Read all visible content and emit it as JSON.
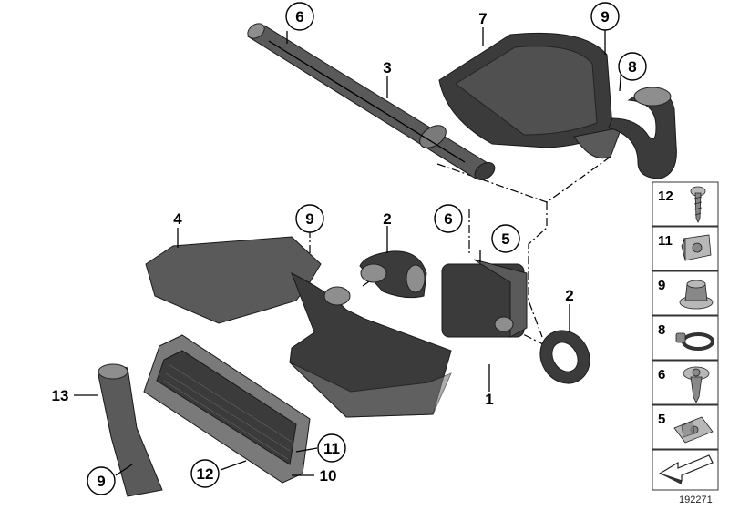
{
  "diagram": {
    "callouts": {
      "c6_top": "6",
      "c7": "7",
      "c9_top": "9",
      "c8": "8",
      "c3": "3",
      "c4": "4",
      "c9_mid": "9",
      "c2_left": "2",
      "c6_mid": "6",
      "c5": "5",
      "c2_right": "2",
      "c1": "1",
      "c13": "13",
      "c9_bottom": "9",
      "c12": "12",
      "c11": "11",
      "c10": "10"
    },
    "legend": {
      "rows": [
        {
          "number": "12",
          "icon": "screw-icon"
        },
        {
          "number": "11",
          "icon": "clip-nut-icon"
        },
        {
          "number": "9",
          "icon": "hex-collar-nut-icon"
        },
        {
          "number": "8",
          "icon": "hose-clamp-icon"
        },
        {
          "number": "6",
          "icon": "expanding-rivet-icon"
        },
        {
          "number": "5",
          "icon": "spring-nut-icon"
        }
      ],
      "footer_icon": "arrow-icon"
    },
    "diagram_number": "192271"
  }
}
